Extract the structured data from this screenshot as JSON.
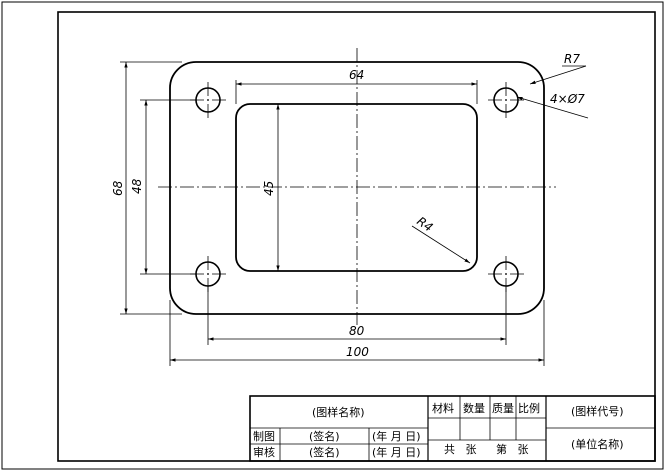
{
  "drawing": {
    "dimensions": {
      "width_inner_holes": "64",
      "fillet_outer": "R7",
      "holes": "4×Ø7",
      "height_outer": "68",
      "height_holes": "48",
      "height_inner": "45",
      "fillet_inner": "R4",
      "width_hole_spacing": "80",
      "width_outer": "100"
    }
  },
  "title_block": {
    "drawing_name": "(图样名称)",
    "material": "材料",
    "quantity": "数量",
    "mass": "质量",
    "scale": "比例",
    "drawing_code": "(图样代号)",
    "drawn_label": "制图",
    "reviewed_label": "审核",
    "signature_1": "(签名)",
    "signature_2": "(签名)",
    "date_1": "(年 月 日)",
    "date_2": "(年 月 日)",
    "sheets_total": "共   张",
    "sheet_number": "第   张",
    "organization": "(单位名称)"
  }
}
